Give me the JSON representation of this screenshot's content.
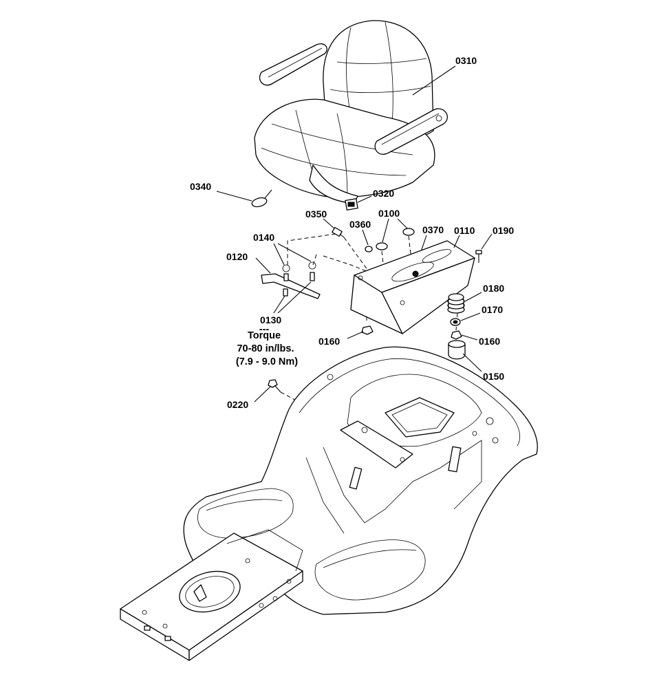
{
  "callouts": {
    "c0310": "0310",
    "c0340": "0340",
    "c0320": "0320",
    "c0350": "0350",
    "c0360": "0360",
    "c0100": "0100",
    "c0370": "0370",
    "c0110": "0110",
    "c0190": "0190",
    "c0140": "0140",
    "c0120": "0120",
    "c0180": "0180",
    "c0170": "0170",
    "c0130": "0130",
    "c0160a": "0160",
    "c0160b": "0160",
    "c0150": "0150",
    "c0220": "0220"
  },
  "torque": {
    "mark": "---",
    "title": "Torque",
    "line1": "70-80 in/lbs.",
    "line2": "(7.9 - 9.0 Nm)"
  },
  "colors": {
    "line": "#000000",
    "background": "#ffffff"
  }
}
